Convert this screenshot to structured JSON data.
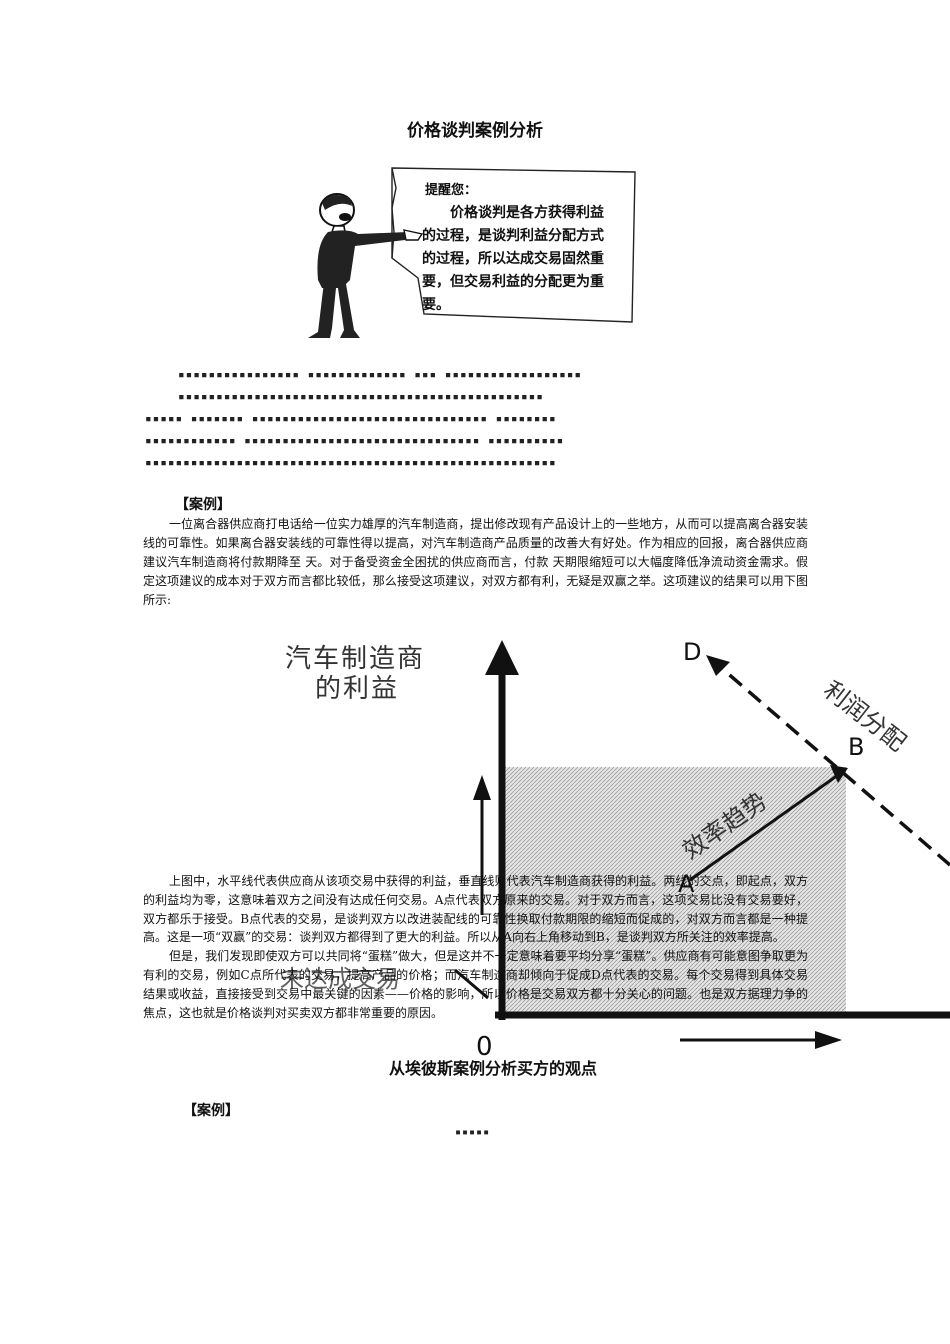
{
  "title": "价格谈判案例分析",
  "reminder": {
    "label": "提醒您：",
    "text": "价格谈判是各方获得利益的过程，是谈判利益分配方式的过程，所以达成交易固然重要，但交易利益的分配更为重要。"
  },
  "garbled_lines": [
    "▪▪▪▪▪▪▪▪▪▪▪▪▪▪▪▪       ▪▪▪▪▪▪▪▪▪▪▪▪▪       ▪▪▪   ▪▪▪▪▪▪▪▪▪▪▪▪▪▪▪▪▪▪",
    "▪▪▪▪▪▪▪▪▪▪▪▪▪▪▪▪▪▪▪▪▪▪▪▪▪▪▪▪▪▪▪▪▪▪▪▪▪▪▪▪▪▪▪▪▪▪▪▪",
    "▪▪▪▪▪    ▪▪▪▪▪▪▪     ▪▪▪▪▪▪▪▪▪▪▪▪▪▪▪▪▪▪▪▪▪▪▪▪▪▪▪▪▪▪▪                ▪▪▪▪▪▪▪▪",
    "▪▪▪▪▪▪▪▪▪▪▪▪       ▪▪▪▪▪▪▪▪▪▪▪▪▪▪▪▪▪▪▪▪▪▪▪▪▪▪▪▪▪▪▪             ▪▪▪▪▪▪▪▪▪▪",
    "▪▪▪▪▪▪▪▪▪▪▪▪▪▪▪▪▪▪▪▪▪▪▪▪▪▪▪▪▪▪▪▪▪▪▪▪▪▪▪▪▪▪▪▪▪▪▪▪▪▪▪▪▪▪"
  ],
  "case_label_1": "【案例】",
  "case_paragraph": "一位离合器供应商打电话给一位实力雄厚的汽车制造商，提出修改现有产品设计上的一些地方，从而可以提高离合器安装线的可靠性。如果离合器安装线的可靠性得以提高，对汽车制造商产品质量的改善大有好处。作为相应的回报，离合器供应商建议汽车制造商将付款期降至    天。对于备受资金全困扰的供应商而言，付款    天期限缩短可以大幅度降低净流动资金需求。假定这项建议的成本对于双方而言都比较低，那么接受这项建议，对双方都有利，无疑是双赢之举。这项建议的结果可以用下图所示:",
  "diagram": {
    "y_axis_label_line1": "汽车制造商",
    "y_axis_label_line2": "的利益",
    "point_d": "D",
    "point_b": "B",
    "point_a": "A",
    "profit_label": "利润分配",
    "efficiency_label": "效率趋势",
    "no_deal_label": "未达成交易",
    "origin": "0"
  },
  "analysis_paragraphs": [
    "上图中，水平线代表供应商从该项交易中获得的利益，垂直线则代表汽车制造商获得的利益。两线的交点，即起点，双方的利益均为零，这意味着双方之间没有达成任何交易。A点代表双方原来的交易。对于双方而言，这项交易比没有交易要好，双方都乐于接受。B点代表的交易，是谈判双方以改进装配线的可靠性换取付款期限的缩短而促成的，对双方而言都是一种提高。这是一项“双赢”的交易：谈判双方都得到了更大的利益。所以从A向右上角移动到B，是谈判双方所关注的效率提高。",
    "但是，我们发现即使双方可以共同将“蛋糕”做大，但是这并不一定意味着要平均分享“蛋糕”。供应商有可能意图争取更为有利的交易，例如C点所代表的交易，提高产品的价格；而汽车制造商却倾向于促成D点代表的交易。每个交易得到具体交易结果或收益，直接接受到交易中最关键的因素——价格的影响，所以价格是交易双方都十分关心的问题。也是双方据理力争的焦点，这也就是价格谈判对买卖双方都非常重要的原因。"
  ],
  "subtitle": "从埃彼斯案例分析买方的观点",
  "case_label_2": "【案例】",
  "footer_dots": "▪▪▪▪▪"
}
